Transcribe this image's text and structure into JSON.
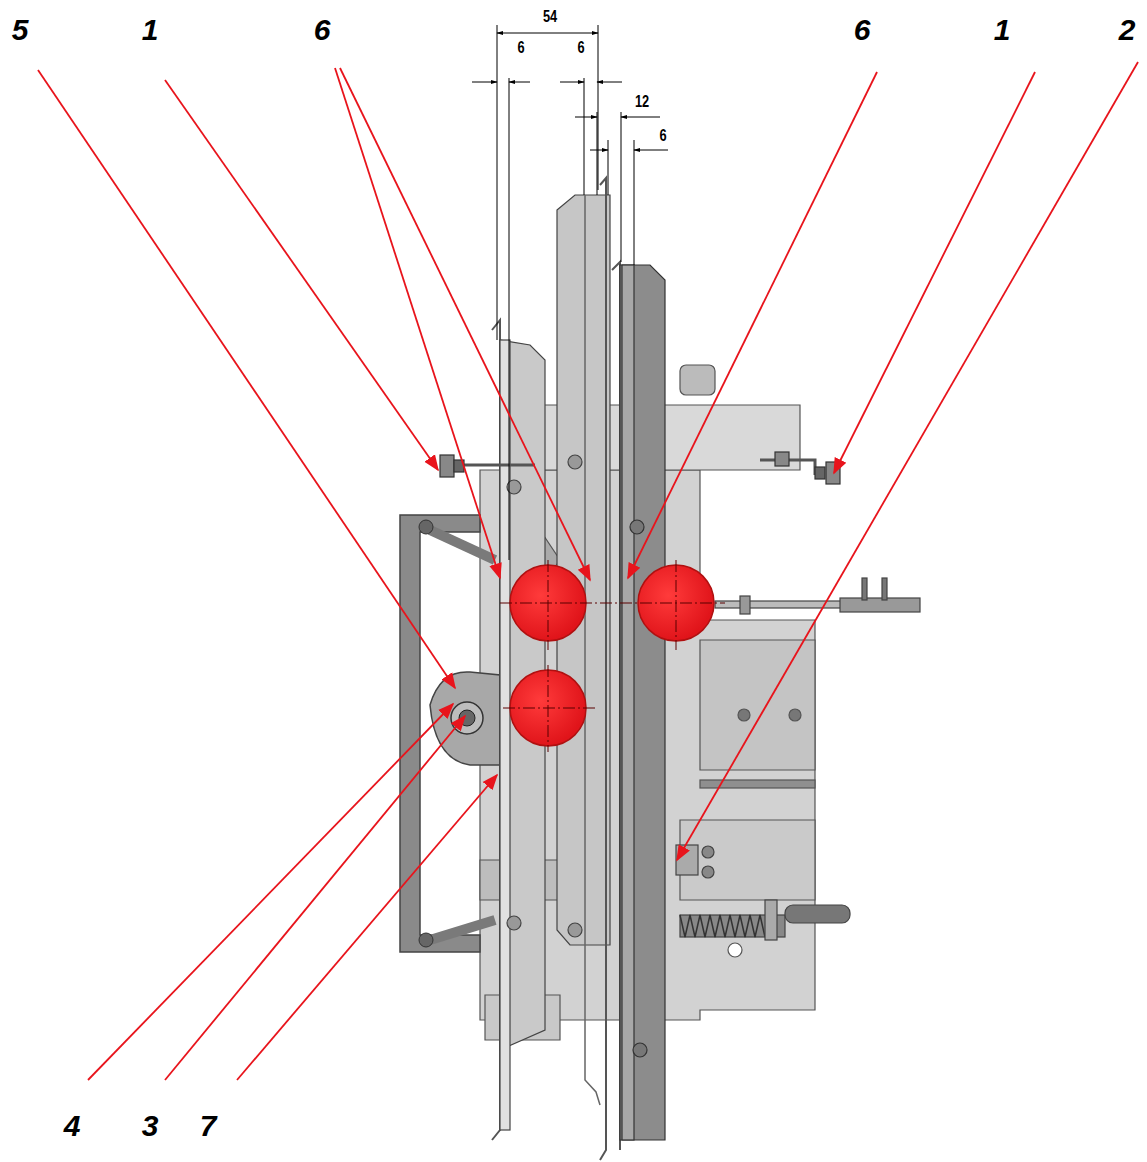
{
  "diagram": {
    "labels": [
      "5",
      "1",
      "6",
      "6",
      "1",
      "2",
      "54",
      "6",
      "6",
      "12",
      "6",
      "4",
      "3",
      "7"
    ]
  }
}
